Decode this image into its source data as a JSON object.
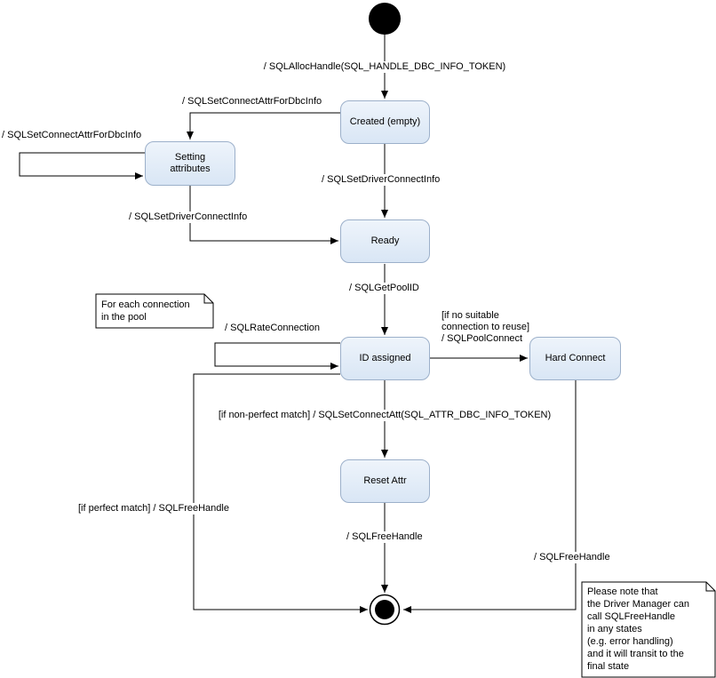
{
  "diagram": {
    "kind": "uml-state-diagram",
    "colors": {
      "state_fill": "#dce8f6",
      "state_border": "#9cb0ca",
      "note_fill": "#ffffff",
      "line": "#000000"
    },
    "states": {
      "created": {
        "label": "Created (empty)"
      },
      "setting_attributes": {
        "label": "Setting\nattributes"
      },
      "ready": {
        "label": "Ready"
      },
      "id_assigned": {
        "label": "ID assigned"
      },
      "hard_connect": {
        "label": "Hard Connect"
      },
      "reset_attr": {
        "label": "Reset Attr"
      }
    },
    "transitions": {
      "alloc_handle": "/ SQLAllocHandle(SQL_HANDLE_DBC_INFO_TOKEN)",
      "set_connect_attr_to_setting": "/ SQLSetConnectAttrForDbcInfo",
      "set_connect_attr_self": "/ SQLSetConnectAttrForDbcInfo",
      "set_driver_connect_created_ready": "/ SQLSetDriverConnectInfo",
      "set_driver_connect_setting_ready": "/ SQLSetDriverConnectInfo",
      "get_pool_id": "/ SQLGetPoolID",
      "rate_connection": "/ SQLRateConnection",
      "pool_connect": "[if no suitable\nconnection to reuse]\n/ SQLPoolConnect",
      "non_perfect_match": "[if non-perfect match] / SQLSetConnectAtt(SQL_ATTR_DBC_INFO_TOKEN)",
      "free_handle_mid": "/ SQLFreeHandle",
      "free_handle_perfect": "[if perfect match] / SQLFreeHandle",
      "free_handle_hard": "/ SQLFreeHandle"
    },
    "notes": {
      "pool_note": "For each connection\nin the pool",
      "free_handle_note": "Please note that\nthe Driver Manager can\ncall SQLFreeHandle\nin any states\n(e.g. error handling)\nand it will transit to the\nfinal state"
    }
  }
}
